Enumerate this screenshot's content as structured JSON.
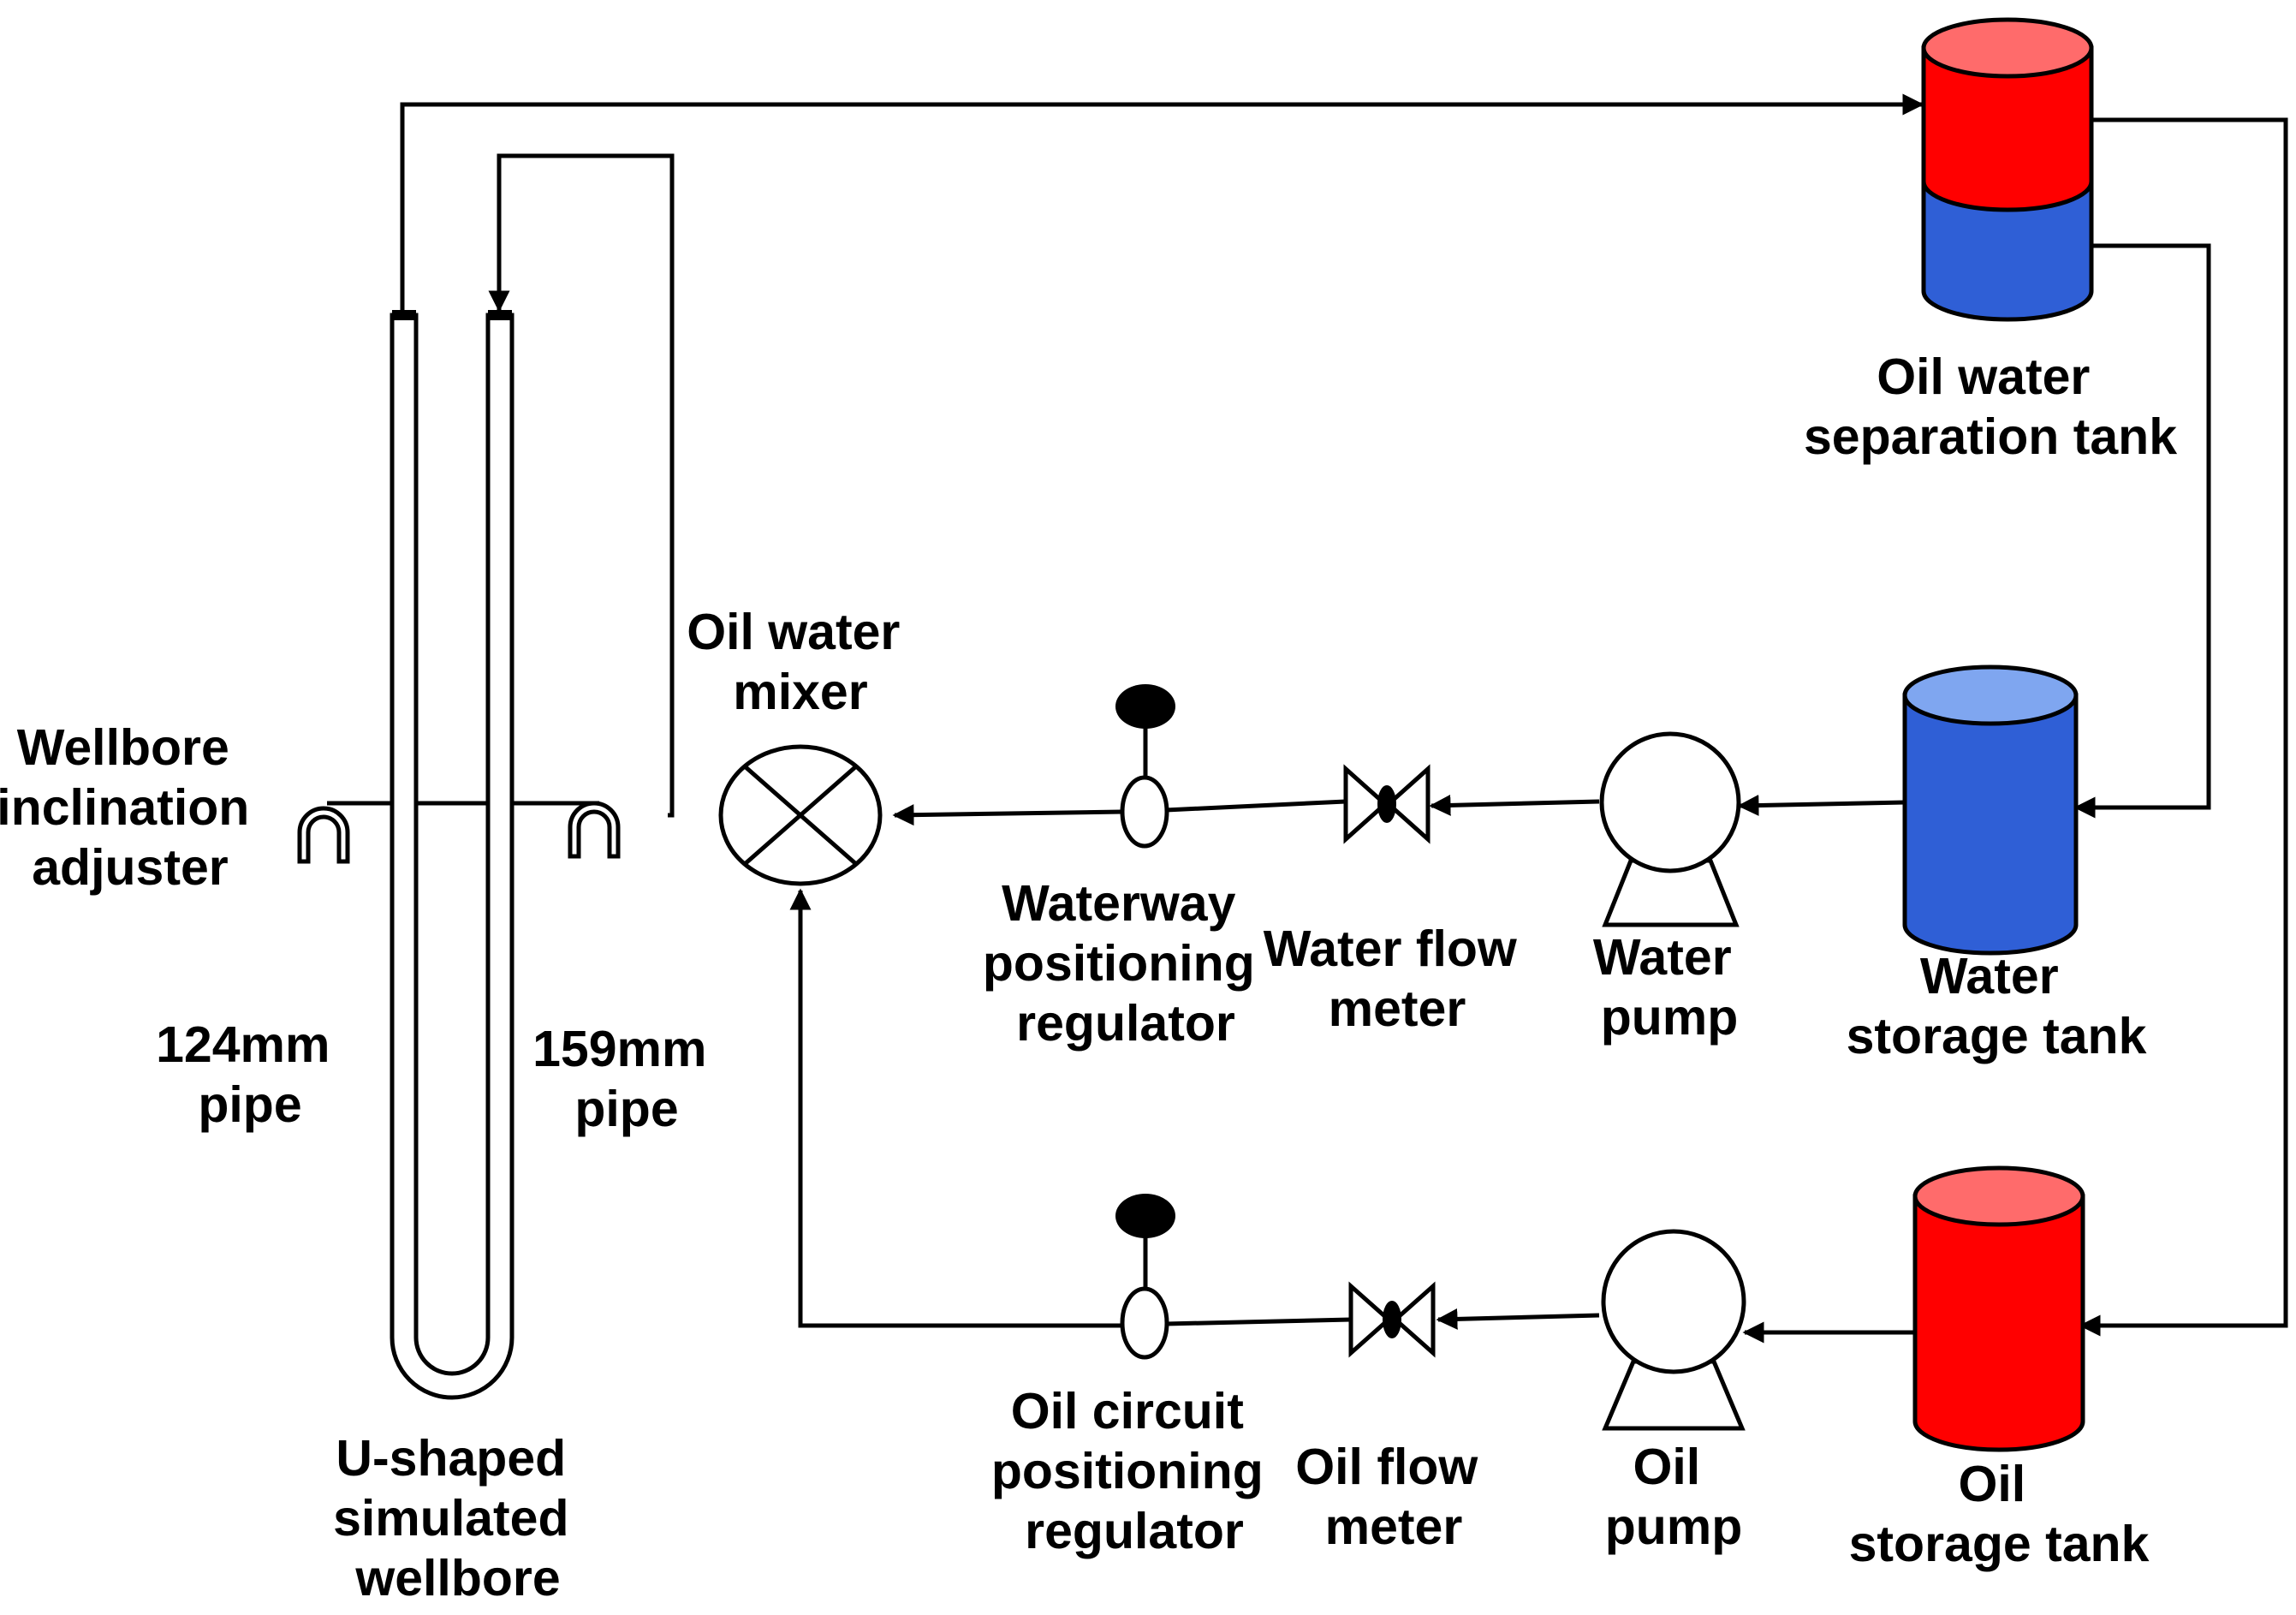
{
  "colors": {
    "oil": "#ff0000",
    "oil_top": "#ff6b6b",
    "water": "#2f5fd6",
    "water_top": "#7fa6f0",
    "line": "#000000",
    "background": "#ffffff"
  },
  "labels": {
    "separation_tank": [
      "Oil water",
      "separation tank"
    ],
    "mixer": [
      "Oil water",
      "mixer"
    ],
    "inclination_adjuster": [
      "Wellbore",
      "inclination",
      "adjuster"
    ],
    "waterway_regulator": [
      "Waterway",
      "positioning",
      "regulator"
    ],
    "water_flow_meter": [
      "Water flow",
      "meter"
    ],
    "water_pump": [
      "Water",
      "pump"
    ],
    "water_storage_tank": [
      "Water",
      "storage tank"
    ],
    "pipe_124": [
      "124mm",
      "pipe"
    ],
    "pipe_159": [
      "159mm",
      "pipe"
    ],
    "oil_circuit_regulator": [
      "Oil circuit",
      "positioning",
      "regulator"
    ],
    "oil_flow_meter": [
      "Oil flow",
      "meter"
    ],
    "oil_pump": [
      "Oil",
      "pump"
    ],
    "oil_storage_tank": [
      "Oil",
      "storage tank"
    ],
    "wellbore": [
      "U-shaped",
      "simulated",
      "wellbore"
    ]
  },
  "icons": [
    "separation-tank-icon",
    "water-storage-tank-icon",
    "oil-storage-tank-icon",
    "water-pump-icon",
    "oil-pump-icon",
    "water-flow-meter-icon",
    "oil-flow-meter-icon",
    "waterway-regulator-icon",
    "oil-circuit-regulator-icon",
    "mixer-icon",
    "u-shaped-wellbore-icon",
    "inclination-clamp-icon",
    "arrow-icon"
  ]
}
